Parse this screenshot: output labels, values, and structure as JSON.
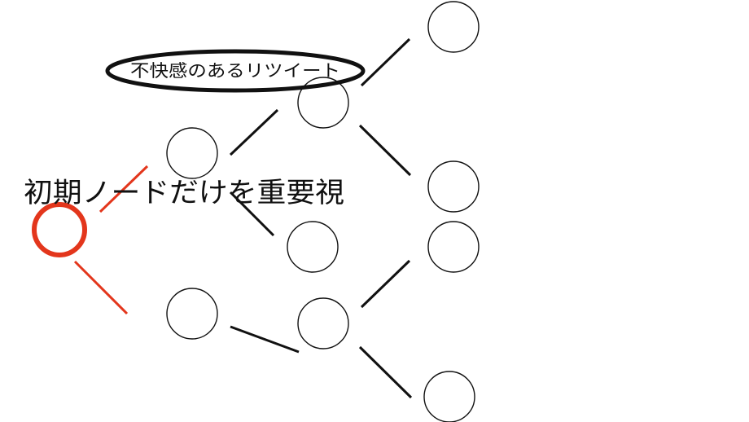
{
  "labels": {
    "initial_node_label": "初期ノードだけを重要視",
    "unpleasant_retweet_label": "不快感のあるリツイート"
  },
  "colors": {
    "highlight": "#e3361c",
    "node_stroke": "#111111",
    "edge": "#111111"
  },
  "nodes": [
    {
      "id": "root",
      "highlighted": true
    },
    {
      "id": "l1-top",
      "highlighted": false
    },
    {
      "id": "l1-bottom",
      "highlighted": false
    },
    {
      "id": "l2-a",
      "highlighted": false
    },
    {
      "id": "l2-b",
      "highlighted": false
    },
    {
      "id": "l2-c",
      "highlighted": false
    },
    {
      "id": "l3-a",
      "highlighted": false
    },
    {
      "id": "l3-b",
      "highlighted": false
    },
    {
      "id": "l3-c",
      "highlighted": false
    },
    {
      "id": "l3-d",
      "highlighted": false
    }
  ],
  "edges": [
    {
      "from": "root",
      "to": "l1-top",
      "highlighted": true
    },
    {
      "from": "root",
      "to": "l1-bottom",
      "highlighted": true
    },
    {
      "from": "l1-top",
      "to": "l2-a",
      "highlighted": false
    },
    {
      "from": "l1-top",
      "to": "l2-b",
      "highlighted": false
    },
    {
      "from": "l1-bottom",
      "to": "l2-c",
      "highlighted": false
    },
    {
      "from": "l2-a",
      "to": "l3-a",
      "highlighted": false
    },
    {
      "from": "l2-a",
      "to": "l3-b",
      "highlighted": false
    },
    {
      "from": "l2-c",
      "to": "l3-c",
      "highlighted": false
    },
    {
      "from": "l2-c",
      "to": "l3-d",
      "highlighted": false
    }
  ]
}
